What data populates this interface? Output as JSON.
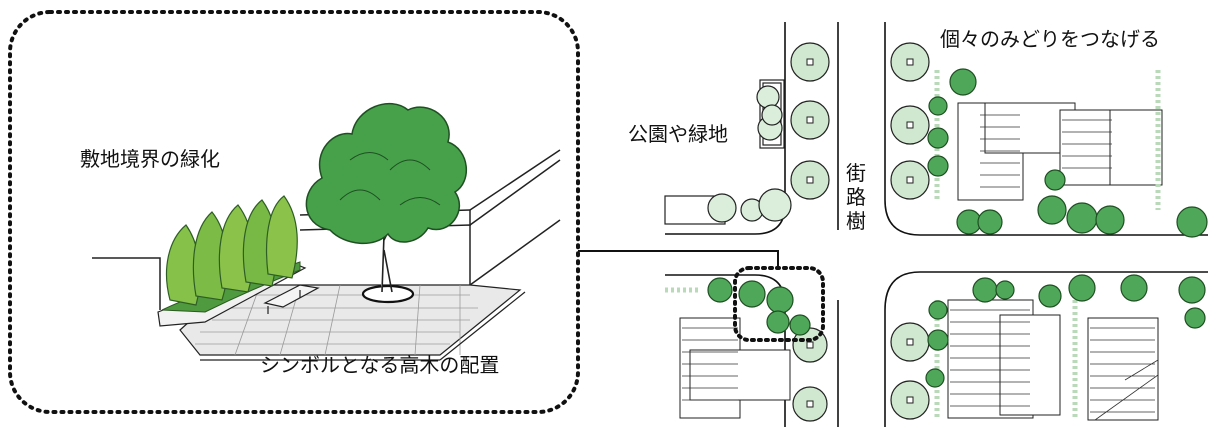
{
  "labels": {
    "boundary_greening": "敷地境界の緑化",
    "symbol_tree": "シンボルとなる高木の配置",
    "park_green": "公園や緑地",
    "street_trees_chars": [
      "街",
      "路",
      "樹"
    ],
    "connect_green": "個々のみどりをつなげる"
  },
  "colors": {
    "tree_dark": "#3f9a45",
    "tree_mid": "#5cb85c",
    "tree_light": "#cfe8cf",
    "conifer": "#8bc34a",
    "line": "#111111",
    "ground_shade": "#8a8a8a"
  }
}
